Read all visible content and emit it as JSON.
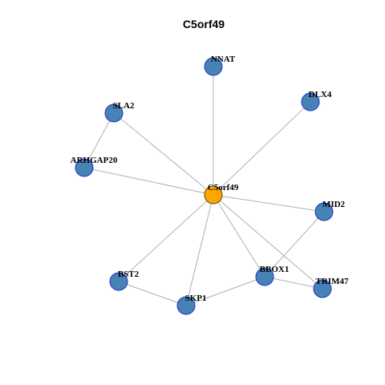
{
  "title": "C5orf49",
  "colors": {
    "node_fill": "#4682b4",
    "node_stroke": "#2233cc",
    "center_fill": "#ffa500",
    "center_stroke": "#5a4a00",
    "edge": "#b0b0b0"
  },
  "nodes": [
    {
      "id": "C5orf49",
      "label": "C5orf49",
      "role": "center"
    },
    {
      "id": "NNAT",
      "label": "NNAT",
      "role": "neighbor"
    },
    {
      "id": "DLX4",
      "label": "DLX4",
      "role": "neighbor"
    },
    {
      "id": "SLA2",
      "label": "SLA2",
      "role": "neighbor"
    },
    {
      "id": "ARHGAP20",
      "label": "ARHGAP20",
      "role": "neighbor"
    },
    {
      "id": "MID2",
      "label": "MID2",
      "role": "neighbor"
    },
    {
      "id": "BBOX1",
      "label": "BBOX1",
      "role": "neighbor"
    },
    {
      "id": "TRIM47",
      "label": "TRIM47",
      "role": "neighbor"
    },
    {
      "id": "BST2",
      "label": "BST2",
      "role": "neighbor"
    },
    {
      "id": "SKP1",
      "label": "SKP1",
      "role": "neighbor"
    }
  ],
  "edges": [
    [
      "C5orf49",
      "NNAT"
    ],
    [
      "C5orf49",
      "DLX4"
    ],
    [
      "C5orf49",
      "SLA2"
    ],
    [
      "C5orf49",
      "ARHGAP20"
    ],
    [
      "C5orf49",
      "MID2"
    ],
    [
      "C5orf49",
      "BBOX1"
    ],
    [
      "C5orf49",
      "TRIM47"
    ],
    [
      "C5orf49",
      "BST2"
    ],
    [
      "C5orf49",
      "SKP1"
    ],
    [
      "SLA2",
      "ARHGAP20"
    ],
    [
      "MID2",
      "BBOX1"
    ],
    [
      "BBOX1",
      "TRIM47"
    ],
    [
      "BBOX1",
      "SKP1"
    ],
    [
      "BST2",
      "SKP1"
    ]
  ]
}
